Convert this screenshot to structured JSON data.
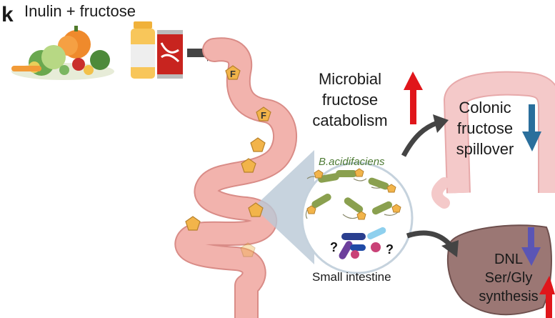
{
  "panel_letter": "k",
  "title": "Inulin + fructose",
  "labels": {
    "microbial": [
      "Microbial",
      "fructose",
      "catabolism"
    ],
    "colonic": [
      "Colonic",
      "fructose",
      "spillover"
    ],
    "species": "B.acidifaciens",
    "small_intestine": "Small intestine",
    "liver": [
      "DNL",
      "Ser/Gly",
      "synthesis"
    ],
    "fructose_marker": "F",
    "unknown_marker": "?"
  },
  "indicators": {
    "microbial_fructose_catabolism": "up",
    "colonic_fructose_spillover": "down",
    "dnl": "down",
    "ser_gly_synthesis": "up"
  },
  "colors": {
    "up_arrow": "#e0161b",
    "down_arrow_colon": "#2a6f9c",
    "down_arrow_liver": "#5a55b5",
    "gut": "#f2b3ad",
    "gut_outline": "#d98c87",
    "fructose_pentagon": "#f2b44a",
    "colon": "#f4c9c9",
    "liver": "#9b7774",
    "bacteria_green": "#8aa04f",
    "bacteria_flagella": "#8b8b6d"
  }
}
